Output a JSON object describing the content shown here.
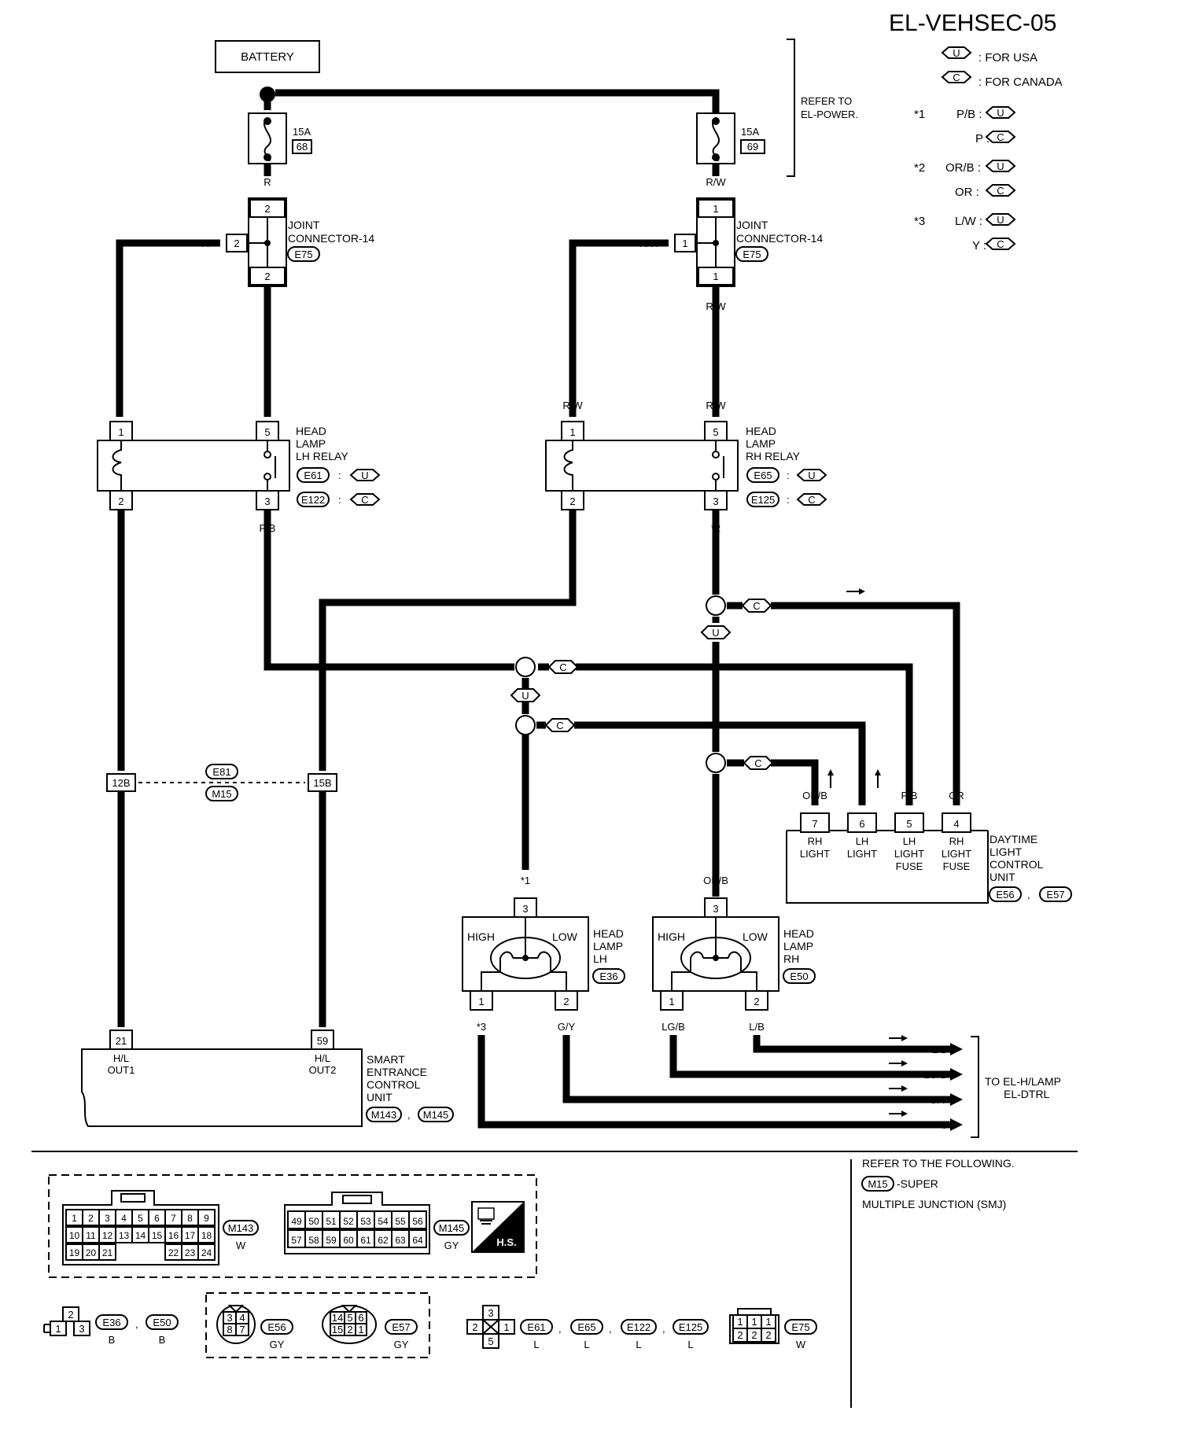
{
  "title": "EL-VEHSEC-05",
  "legend": {
    "usa_code": "U",
    "usa_text": ": FOR USA",
    "canada_code": "C",
    "canada_text": ": FOR CANADA",
    "star1": "*1",
    "star2": "*2",
    "star3": "*3",
    "s1_u": "P/B :",
    "s1_c": "P :",
    "s2_u": "OR/B :",
    "s2_c": "OR :",
    "s3_u": "L/W :",
    "s3_c": "Y :"
  },
  "battery": "BATTERY",
  "refer_power": [
    "REFER TO",
    "EL-POWER."
  ],
  "fuses": [
    {
      "amp": "15A",
      "num": "68"
    },
    {
      "amp": "15A",
      "num": "69"
    }
  ],
  "joint": {
    "label": [
      "JOINT",
      "CONNECTOR-14"
    ],
    "code": "E75",
    "pin_top_l": "2",
    "pin_side_l": "2",
    "pin_bot_l": "2",
    "pin_top_r": "1",
    "pin_side_r": "1",
    "pin_bot_r": "1"
  },
  "relay_lh": {
    "label": [
      "HEAD",
      "LAMP",
      "LH RELAY"
    ],
    "p1": "1",
    "p2": "2",
    "p3": "3",
    "p5": "5",
    "code_u": "E61",
    "code_c": "E122",
    "sep": ":"
  },
  "relay_rh": {
    "label": [
      "HEAD",
      "LAMP",
      "RH RELAY"
    ],
    "p1": "1",
    "p2": "2",
    "p3": "3",
    "p5": "5",
    "code_u": "E65",
    "code_c": "E125",
    "sep": ":"
  },
  "wire_colors": {
    "r": "R",
    "rw": "R/W",
    "p": "P",
    "pb": "P/B",
    "orb": "OR/B",
    "or": "OR",
    "gy": "G/Y",
    "lgb": "LG/B",
    "lb": "L/B",
    "star1": "*1",
    "star2": "*2",
    "star3": "*3"
  },
  "connector_e81": {
    "code1": "E81",
    "code2": "M15",
    "pin_a": "12B",
    "pin_b": "15B"
  },
  "dtrl": {
    "label": [
      "DAYTIME",
      "LIGHT",
      "CONTROL",
      "UNIT"
    ],
    "code1": "E56",
    "code2": "E57",
    "comma": ",",
    "pins": [
      {
        "num": "7",
        "line1": "RH",
        "line2": "LIGHT",
        "line3": ""
      },
      {
        "num": "6",
        "line1": "LH",
        "line2": "LIGHT",
        "line3": ""
      },
      {
        "num": "5",
        "line1": "LH",
        "line2": "LIGHT",
        "line3": "FUSE"
      },
      {
        "num": "4",
        "line1": "RH",
        "line2": "LIGHT",
        "line3": "FUSE"
      }
    ]
  },
  "hl_lh": {
    "label": [
      "HEAD",
      "LAMP",
      "LH"
    ],
    "code": "E36",
    "high": "HIGH",
    "low": "LOW",
    "p1": "1",
    "p2": "2",
    "p3": "3"
  },
  "hl_rh": {
    "label": [
      "HEAD",
      "LAMP",
      "RH"
    ],
    "code": "E50",
    "high": "HIGH",
    "low": "LOW",
    "p1": "1",
    "p2": "2",
    "p3": "3"
  },
  "secu": {
    "label": [
      "SMART",
      "ENTRANCE",
      "CONTROL",
      "UNIT"
    ],
    "code1": "M143",
    "code2": "M145",
    "comma": ",",
    "p21": "21",
    "p59": "59",
    "out1": [
      "H/L",
      "OUT1"
    ],
    "out2": [
      "H/L",
      "OUT2"
    ]
  },
  "to_ref": [
    "TO EL-H/LAMP",
    "EL-DTRL"
  ],
  "refer_note": [
    "REFER TO THE FOLLOWING.",
    "-SUPER",
    "MULTIPLE JUNCTION (SMJ)"
  ],
  "refer_code": "M15",
  "conn_m143": {
    "code": "M143",
    "color": "W",
    "row1": [
      "1",
      "2",
      "3",
      "4",
      "5",
      "6",
      "7",
      "8",
      "9"
    ],
    "row2": [
      "10",
      "11",
      "12",
      "13",
      "14",
      "15",
      "16",
      "17",
      "18"
    ],
    "row3a": [
      "19",
      "20",
      "21"
    ],
    "row3b": [
      "22",
      "23",
      "24"
    ]
  },
  "conn_m145": {
    "code": "M145",
    "color": "GY",
    "row1": [
      "49",
      "50",
      "51",
      "52",
      "53",
      "54",
      "55",
      "56"
    ],
    "row2": [
      "57",
      "58",
      "59",
      "60",
      "61",
      "62",
      "63",
      "64"
    ]
  },
  "hs_label": "H.S.",
  "conn_e36": {
    "code1": "E36",
    "color1": "B",
    "code2": "E50",
    "color2": "B",
    "sep": ",",
    "top": "2",
    "bl": "1",
    "br": "3"
  },
  "conn_e56": {
    "code": "E56",
    "color": "GY",
    "tl": "3",
    "tr": "4",
    "bl": "8",
    "br": "7"
  },
  "conn_e57": {
    "code": "E57",
    "color": "GY",
    "t1": "14",
    "t2": "5",
    "t3": "6",
    "b1": "15",
    "b2": "2",
    "b3": "1"
  },
  "conn_e61": {
    "codes": [
      "E61",
      "E65",
      "E122",
      "E125"
    ],
    "color": "L",
    "sep": ",",
    "top": "3",
    "left": "2",
    "right": "1",
    "bottom": "5"
  },
  "conn_e75": {
    "code": "E75",
    "color": "W",
    "top": [
      "1",
      "1",
      "1"
    ],
    "bot": [
      "2",
      "2",
      "2"
    ]
  }
}
